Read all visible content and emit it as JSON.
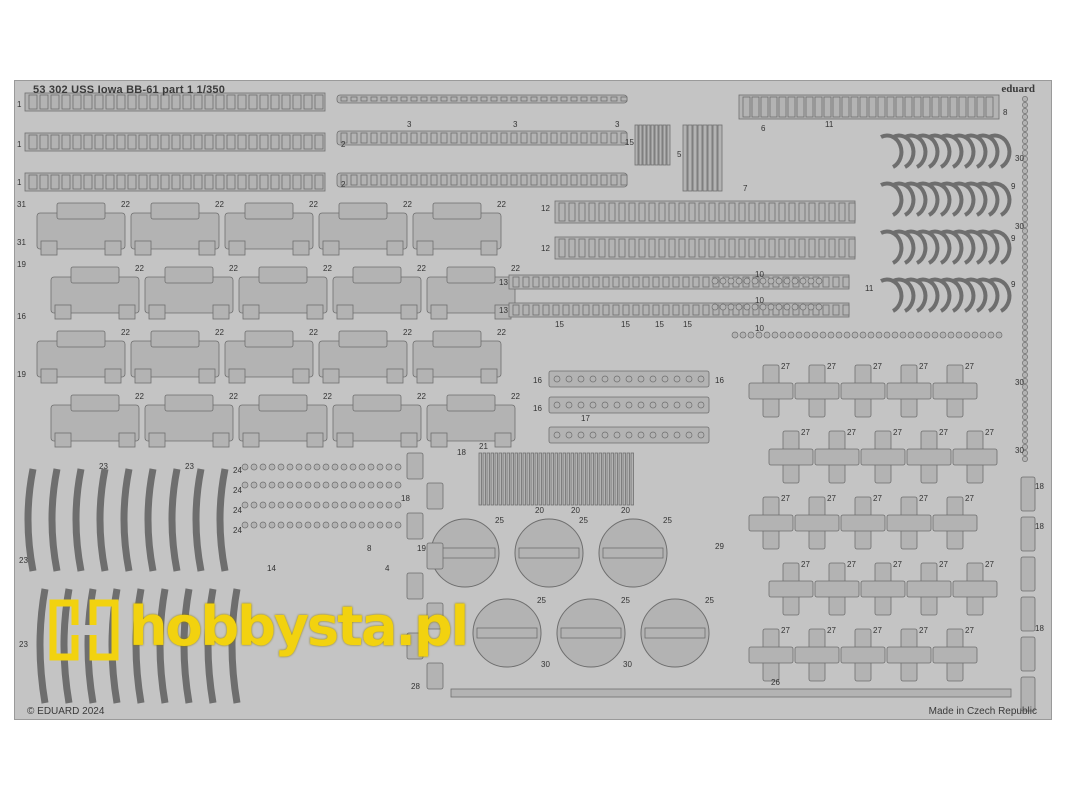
{
  "fret": {
    "title": "53 302   USS Iowa BB-61 part 1   1/350",
    "brand": "eduard",
    "copyright": "© EDUARD 2024",
    "made_in": "Made in Czech Republic"
  },
  "watermark": {
    "text": "hobbysta.pl"
  },
  "part_numbers": [
    "1",
    "2",
    "3",
    "4",
    "5",
    "6",
    "7",
    "8",
    "9",
    "10",
    "11",
    "12",
    "13",
    "14",
    "15",
    "16",
    "17",
    "18",
    "19",
    "20",
    "21",
    "22",
    "23",
    "24",
    "25",
    "26",
    "27",
    "28",
    "29",
    "30",
    "31"
  ],
  "colors": {
    "fret": "#c4c4c4",
    "part": "#b3b3b3",
    "part_edge": "#6e6e6e",
    "watermark": "#f2d20f"
  }
}
